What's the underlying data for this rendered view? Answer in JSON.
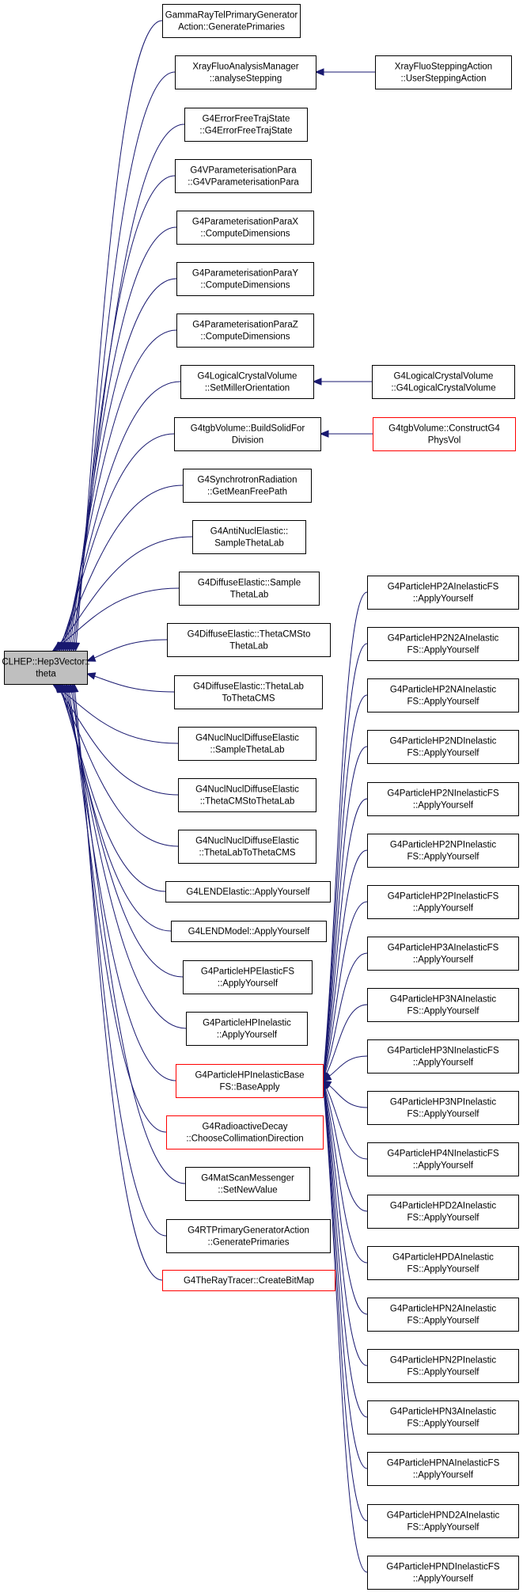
{
  "diagram": {
    "root": {
      "id": "root",
      "lines": [
        "CLHEP::Hep3Vector::",
        "theta"
      ]
    },
    "nodes": [
      {
        "id": "n1",
        "lines": [
          "GammaRayTelPrimaryGenerator",
          "Action::GeneratePrimaries"
        ],
        "red": false
      },
      {
        "id": "n2",
        "lines": [
          "XrayFluoAnalysisManager",
          "::analyseStepping"
        ],
        "red": false
      },
      {
        "id": "n3",
        "lines": [
          "G4ErrorFreeTrajState",
          "::G4ErrorFreeTrajState"
        ],
        "red": false
      },
      {
        "id": "n4",
        "lines": [
          "G4VParameterisationPara",
          "::G4VParameterisationPara"
        ],
        "red": false
      },
      {
        "id": "n5",
        "lines": [
          "G4ParameterisationParaX",
          "::ComputeDimensions"
        ],
        "red": false
      },
      {
        "id": "n6",
        "lines": [
          "G4ParameterisationParaY",
          "::ComputeDimensions"
        ],
        "red": false
      },
      {
        "id": "n7",
        "lines": [
          "G4ParameterisationParaZ",
          "::ComputeDimensions"
        ],
        "red": false
      },
      {
        "id": "n8",
        "lines": [
          "G4LogicalCrystalVolume",
          "::SetMillerOrientation"
        ],
        "red": false
      },
      {
        "id": "n9",
        "lines": [
          "G4tgbVolume::BuildSolidFor",
          "Division"
        ],
        "red": false
      },
      {
        "id": "n10",
        "lines": [
          "G4SynchrotronRadiation",
          "::GetMeanFreePath"
        ],
        "red": false
      },
      {
        "id": "n11",
        "lines": [
          "G4AntiNuclElastic::",
          "SampleThetaLab"
        ],
        "red": false
      },
      {
        "id": "n12",
        "lines": [
          "G4DiffuseElastic::Sample",
          "ThetaLab"
        ],
        "red": false
      },
      {
        "id": "n13",
        "lines": [
          "G4DiffuseElastic::ThetaCMSto",
          "ThetaLab"
        ],
        "red": false
      },
      {
        "id": "n14",
        "lines": [
          "G4DiffuseElastic::ThetaLab",
          "ToThetaCMS"
        ],
        "red": false
      },
      {
        "id": "n15",
        "lines": [
          "G4NuclNuclDiffuseElastic",
          "::SampleThetaLab"
        ],
        "red": false
      },
      {
        "id": "n16",
        "lines": [
          "G4NuclNuclDiffuseElastic",
          "::ThetaCMStoThetaLab"
        ],
        "red": false
      },
      {
        "id": "n17",
        "lines": [
          "G4NuclNuclDiffuseElastic",
          "::ThetaLabToThetaCMS"
        ],
        "red": false
      },
      {
        "id": "n18",
        "lines": [
          "G4LENDElastic::ApplyYourself"
        ],
        "red": false
      },
      {
        "id": "n19",
        "lines": [
          "G4LENDModel::ApplyYourself"
        ],
        "red": false
      },
      {
        "id": "n20",
        "lines": [
          "G4ParticleHPElasticFS",
          "::ApplyYourself"
        ],
        "red": false
      },
      {
        "id": "n21",
        "lines": [
          "G4ParticleHPInelastic",
          "::ApplyYourself"
        ],
        "red": false
      },
      {
        "id": "n22",
        "lines": [
          "G4ParticleHPInelasticBase",
          "FS::BaseApply"
        ],
        "red": true
      },
      {
        "id": "n23",
        "lines": [
          "G4RadioactiveDecay",
          "::ChooseCollimationDirection"
        ],
        "red": true
      },
      {
        "id": "n24",
        "lines": [
          "G4MatScanMessenger",
          "::SetNewValue"
        ],
        "red": false
      },
      {
        "id": "n25",
        "lines": [
          "G4RTPrimaryGeneratorAction",
          "::GeneratePrimaries"
        ],
        "red": false
      },
      {
        "id": "n26",
        "lines": [
          "G4TheRayTracer::CreateBitMap"
        ],
        "red": true
      },
      {
        "id": "x1",
        "lines": [
          "XrayFluoSteppingAction",
          "::UserSteppingAction"
        ],
        "red": false
      },
      {
        "id": "x2",
        "lines": [
          "G4LogicalCrystalVolume",
          "::G4LogicalCrystalVolume"
        ],
        "red": false
      },
      {
        "id": "x3",
        "lines": [
          "G4tgbVolume::ConstructG4",
          "PhysVol"
        ],
        "red": true
      },
      {
        "id": "p1",
        "lines": [
          "G4ParticleHP2AInelasticFS",
          "::ApplyYourself"
        ],
        "red": false
      },
      {
        "id": "p2",
        "lines": [
          "G4ParticleHP2N2AInelastic",
          "FS::ApplyYourself"
        ],
        "red": false
      },
      {
        "id": "p3",
        "lines": [
          "G4ParticleHP2NAInelastic",
          "FS::ApplyYourself"
        ],
        "red": false
      },
      {
        "id": "p4",
        "lines": [
          "G4ParticleHP2NDInelastic",
          "FS::ApplyYourself"
        ],
        "red": false
      },
      {
        "id": "p5",
        "lines": [
          "G4ParticleHP2NInelasticFS",
          "::ApplyYourself"
        ],
        "red": false
      },
      {
        "id": "p6",
        "lines": [
          "G4ParticleHP2NPInelastic",
          "FS::ApplyYourself"
        ],
        "red": false
      },
      {
        "id": "p7",
        "lines": [
          "G4ParticleHP2PInelasticFS",
          "::ApplyYourself"
        ],
        "red": false
      },
      {
        "id": "p8",
        "lines": [
          "G4ParticleHP3AInelasticFS",
          "::ApplyYourself"
        ],
        "red": false
      },
      {
        "id": "p9",
        "lines": [
          "G4ParticleHP3NAInelastic",
          "FS::ApplyYourself"
        ],
        "red": false
      },
      {
        "id": "p10",
        "lines": [
          "G4ParticleHP3NInelasticFS",
          "::ApplyYourself"
        ],
        "red": false
      },
      {
        "id": "p11",
        "lines": [
          "G4ParticleHP3NPInelastic",
          "FS::ApplyYourself"
        ],
        "red": false
      },
      {
        "id": "p12",
        "lines": [
          "G4ParticleHP4NInelasticFS",
          "::ApplyYourself"
        ],
        "red": false
      },
      {
        "id": "p13",
        "lines": [
          "G4ParticleHPD2AInelastic",
          "FS::ApplyYourself"
        ],
        "red": false
      },
      {
        "id": "p14",
        "lines": [
          "G4ParticleHPDAInelastic",
          "FS::ApplyYourself"
        ],
        "red": false
      },
      {
        "id": "p15",
        "lines": [
          "G4ParticleHPN2AInelastic",
          "FS::ApplyYourself"
        ],
        "red": false
      },
      {
        "id": "p16",
        "lines": [
          "G4ParticleHPN2PInelastic",
          "FS::ApplyYourself"
        ],
        "red": false
      },
      {
        "id": "p17",
        "lines": [
          "G4ParticleHPN3AInelastic",
          "FS::ApplyYourself"
        ],
        "red": false
      },
      {
        "id": "p18",
        "lines": [
          "G4ParticleHPNAInelasticFS",
          "::ApplyYourself"
        ],
        "red": false
      },
      {
        "id": "p19",
        "lines": [
          "G4ParticleHPND2AInelastic",
          "FS::ApplyYourself"
        ],
        "red": false
      },
      {
        "id": "p20",
        "lines": [
          "G4ParticleHPNDInelasticFS",
          "::ApplyYourself"
        ],
        "red": false
      }
    ],
    "edges": [
      {
        "from": "n1",
        "to": "root"
      },
      {
        "from": "n2",
        "to": "root"
      },
      {
        "from": "n3",
        "to": "root"
      },
      {
        "from": "n4",
        "to": "root"
      },
      {
        "from": "n5",
        "to": "root"
      },
      {
        "from": "n6",
        "to": "root"
      },
      {
        "from": "n7",
        "to": "root"
      },
      {
        "from": "n8",
        "to": "root"
      },
      {
        "from": "n9",
        "to": "root"
      },
      {
        "from": "n10",
        "to": "root"
      },
      {
        "from": "n11",
        "to": "root"
      },
      {
        "from": "n12",
        "to": "root"
      },
      {
        "from": "n13",
        "to": "root"
      },
      {
        "from": "n14",
        "to": "root"
      },
      {
        "from": "n15",
        "to": "root"
      },
      {
        "from": "n16",
        "to": "root"
      },
      {
        "from": "n17",
        "to": "root"
      },
      {
        "from": "n18",
        "to": "root"
      },
      {
        "from": "n19",
        "to": "root"
      },
      {
        "from": "n20",
        "to": "root"
      },
      {
        "from": "n21",
        "to": "root"
      },
      {
        "from": "n22",
        "to": "root"
      },
      {
        "from": "n23",
        "to": "root"
      },
      {
        "from": "n24",
        "to": "root"
      },
      {
        "from": "n25",
        "to": "root"
      },
      {
        "from": "n26",
        "to": "root"
      },
      {
        "from": "x1",
        "to": "n2"
      },
      {
        "from": "x2",
        "to": "n8"
      },
      {
        "from": "x3",
        "to": "n9"
      },
      {
        "from": "p1",
        "to": "n22"
      },
      {
        "from": "p2",
        "to": "n22"
      },
      {
        "from": "p3",
        "to": "n22"
      },
      {
        "from": "p4",
        "to": "n22"
      },
      {
        "from": "p5",
        "to": "n22"
      },
      {
        "from": "p6",
        "to": "n22"
      },
      {
        "from": "p7",
        "to": "n22"
      },
      {
        "from": "p8",
        "to": "n22"
      },
      {
        "from": "p9",
        "to": "n22"
      },
      {
        "from": "p10",
        "to": "n22"
      },
      {
        "from": "p11",
        "to": "n22"
      },
      {
        "from": "p12",
        "to": "n22"
      },
      {
        "from": "p13",
        "to": "n22"
      },
      {
        "from": "p14",
        "to": "n22"
      },
      {
        "from": "p15",
        "to": "n22"
      },
      {
        "from": "p16",
        "to": "n22"
      },
      {
        "from": "p17",
        "to": "n22"
      },
      {
        "from": "p18",
        "to": "n22"
      },
      {
        "from": "p19",
        "to": "n22"
      },
      {
        "from": "p20",
        "to": "n22"
      }
    ]
  },
  "colors": {
    "edge": "#191970",
    "root_fill": "#bfbfbf",
    "node_border": "#000000",
    "highlight_border": "#ff0000"
  }
}
